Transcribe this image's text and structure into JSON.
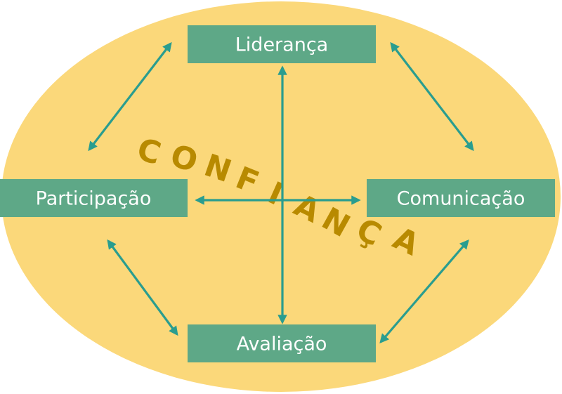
{
  "diagram": {
    "background_color": "#fbd87a",
    "box_color": "#5ea887",
    "arrow_color": "#2a9d8f",
    "text_color": "#b88a00",
    "center_word": "CONFIANÇA",
    "nodes": {
      "lideranca": "Liderança",
      "participacao": "Participação",
      "comunicacao": "Comunicação",
      "avaliacao": "Avaliação"
    }
  }
}
